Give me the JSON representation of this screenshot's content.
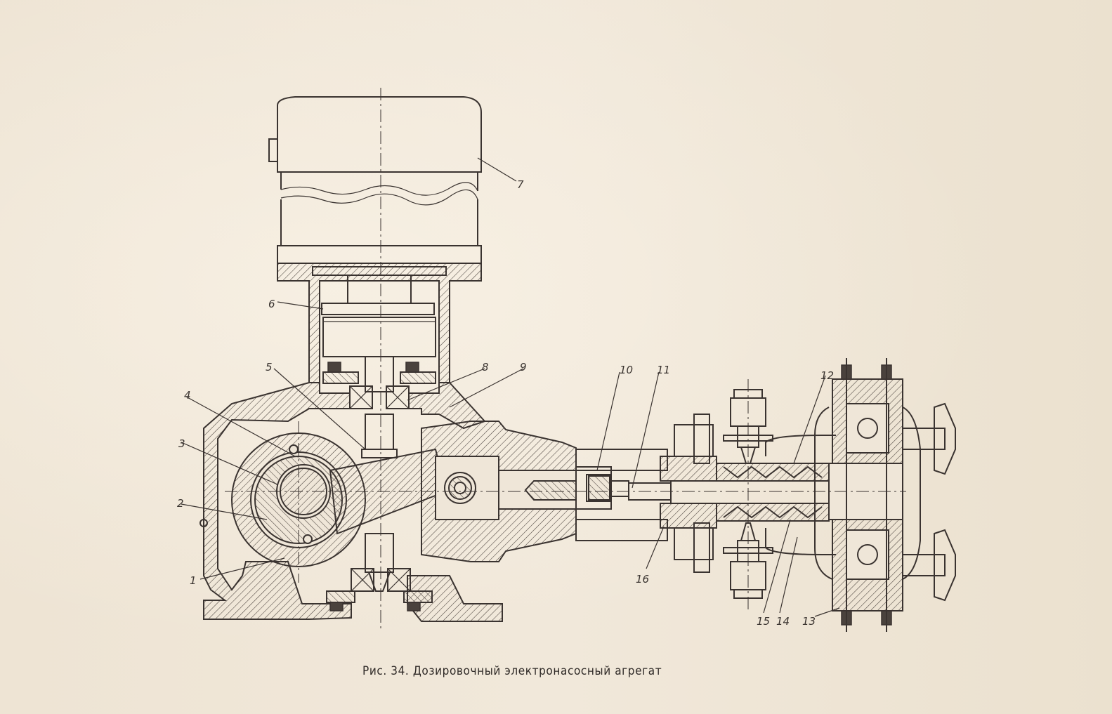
{
  "figure": {
    "caption": "Рис. 34. Дозировочный электронасосный агрегат",
    "callouts": [
      "1",
      "2",
      "3",
      "4",
      "5",
      "6",
      "7",
      "8",
      "9",
      "10",
      "11",
      "12",
      "13",
      "14",
      "15",
      "16"
    ]
  }
}
